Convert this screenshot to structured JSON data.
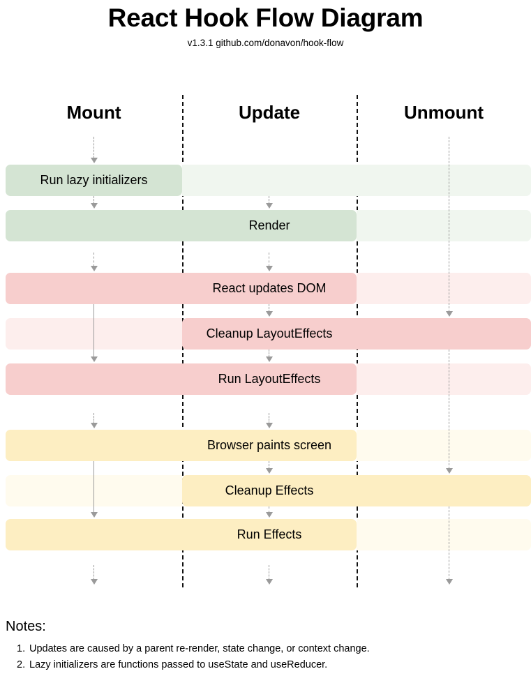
{
  "header": {
    "title": "React Hook Flow Diagram",
    "subtitle": "v1.3.1 github.com/donavon/hook-flow"
  },
  "columns": [
    {
      "key": "mount",
      "label": "Mount"
    },
    {
      "key": "update",
      "label": "Update"
    },
    {
      "key": "unmount",
      "label": "Unmount"
    }
  ],
  "colors": {
    "green_strong": "#d4e4d3",
    "green_faint": "#f0f6ef",
    "red_strong": "#f7cecd",
    "red_faint": "#fdeeed",
    "yellow_strong": "#fdeec2",
    "yellow_faint": "#fffbee",
    "arrow": "#9a9a9a",
    "divider": "#111111",
    "text": "#000000"
  },
  "rows": [
    {
      "label": "Run lazy initializers",
      "label_column": "mount",
      "group": "green",
      "active": [
        "mount"
      ]
    },
    {
      "label": "Render",
      "label_column": "update",
      "group": "green",
      "active": [
        "mount",
        "update"
      ]
    },
    {
      "label": "React updates DOM",
      "label_column": "update",
      "group": "red",
      "active": [
        "mount",
        "update"
      ]
    },
    {
      "label": "Cleanup LayoutEffects",
      "label_column": "update",
      "group": "red",
      "active": [
        "update",
        "unmount"
      ]
    },
    {
      "label": "Run LayoutEffects",
      "label_column": "update",
      "group": "red",
      "active": [
        "mount",
        "update"
      ]
    },
    {
      "label": "Browser paints screen",
      "label_column": "update",
      "group": "yellow",
      "active": [
        "mount",
        "update"
      ]
    },
    {
      "label": "Cleanup Effects",
      "label_column": "update",
      "group": "yellow",
      "active": [
        "update",
        "unmount"
      ]
    },
    {
      "label": "Run Effects",
      "label_column": "update",
      "group": "yellow",
      "active": [
        "mount",
        "update"
      ]
    }
  ],
  "notes": {
    "title": "Notes:",
    "items": [
      {
        "num": "1.",
        "text": "Updates are caused by a parent re-render, state change, or context change."
      },
      {
        "num": "2.",
        "text": "Lazy initializers are functions passed to useState and useReducer."
      }
    ]
  }
}
